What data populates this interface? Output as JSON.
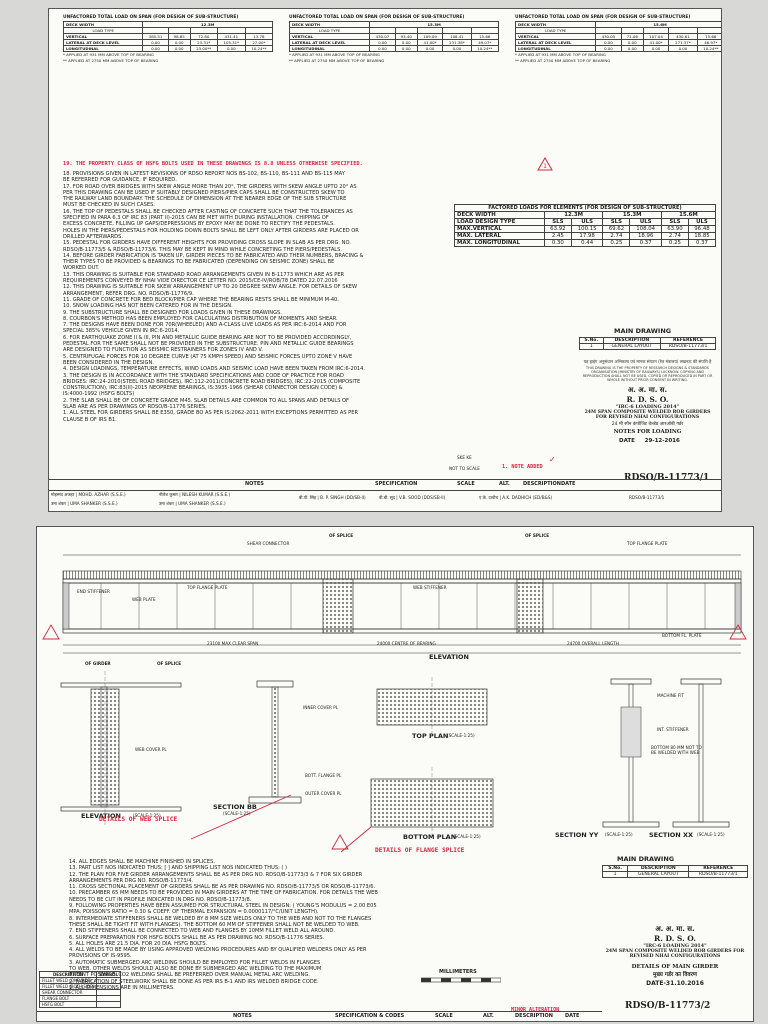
{
  "sheet1": {
    "load_tables": [
      {
        "title": "UNFACTORED TOTAL LOAD ON SPAN (FOR DESIGN OF SUB-STRUCTURE)",
        "deck_width_label": "DECK WIDTH",
        "deck_width": "12.3M",
        "load_type_label": "LOAD TYPE",
        "rows": [
          [
            "VERTICAL",
            "385.51",
            "98.65",
            "72.80",
            "431.41",
            "13.78"
          ],
          [
            "LATERAL AT DECK LEVEL",
            "0.00",
            "0.00",
            "23.31*",
            "105.31*",
            "27.00*"
          ],
          [
            "LONGITUDINAL",
            "0.00",
            "0.00",
            "23.00**",
            "0.00",
            "10.24**"
          ]
        ],
        "notes": [
          "* APPLIED AT 931 MM ABOVE TOP OF BEARING",
          "** APPLIED AT 2750 MM ABOVE TOP OF BEARING"
        ]
      },
      {
        "title": "UNFACTORED TOTAL LOAD ON SPAN (FOR DESIGN OF SUB-STRUCTURE)",
        "deck_width_label": "DECK WIDTH",
        "deck_width": "15.3M",
        "load_type_label": "LOAD TYPE",
        "rows": [
          [
            "VERTICAL",
            "430.07",
            "93.40",
            "109.09",
            "108.41",
            "15.66"
          ],
          [
            "LATERAL AT DECK LEVEL",
            "0.00",
            "0.00",
            "41.00*",
            "231.38*",
            "49.07*"
          ],
          [
            "LONGITUDINAL",
            "0.00",
            "0.00",
            "0.00",
            "0.00",
            "10.24**"
          ]
        ],
        "notes": [
          "* APPLIED AT 931 MM ABOVE TOP OF BEARING",
          "** APPLIED AT 2750 MM ABOVE TOP OF BEARING"
        ]
      },
      {
        "title": "UNFACTORED TOTAL LOAD ON SPAN (FOR DESIGN OF SUB-STRUCTURE)",
        "deck_width_label": "DECK WIDTH",
        "deck_width": "15.6M",
        "load_type_label": "LOAD TYPE",
        "rows": [
          [
            "VERTICAL",
            "430.05",
            "71.06",
            "107.04",
            "430.61",
            "15.66"
          ],
          [
            "LATERAL AT DECK LEVEL",
            "0.00",
            "0.00",
            "41.00*",
            "271.37*",
            "46.97*"
          ],
          [
            "LONGITUDINAL",
            "0.00",
            "0.00",
            "0.00",
            "0.00",
            "10.24**"
          ]
        ],
        "notes": [
          "* APPLIED AT 931 MM ABOVE TOP OF BEARING",
          "** APPLIED AT 2750 MM ABOVE TOP OF BEARING"
        ]
      }
    ],
    "notes_red": "19. THE PROPERTY CLASS OF HSFG BOLTS USED IN THESE DRAWINGS IS 8.8 UNLESS OTHERWISE SPECIFIED.",
    "notes": [
      "18. PROVISIONS GIVEN IN LATEST REVISIONS OF RDSO REPORT NOS BS-102, BS-110, BS-111 AND BS-115 MAY",
      "     BE REFERRED FOR GUIDANCE, IF REQUIRED.",
      "17. FOR ROAD OVER BRIDGES WITH SKEW ANGLE MORE THAN 20°, THE GIRDERS WITH SKEW ANGLE UPTO 20° AS",
      "     PER THIS DRAWING CAN BE USED IF SUITABLY DESIGNED PIERS/PIER CAPS SHALL BE CONSTRUCTED SKEW TO",
      "     THE RAILWAY LAND BOUNDARY. THE SCHEDULE OF DIMENSION AT THE NEARER EDGE OF THE SUB STRUCTURE",
      "     MUST BE CHECKED IN SUCH   CASES.",
      "16. THE TOP OF PEDESTALS SHALL BE CHECKED AFTER CASTING OF CONCRETE SUCH THAT THE TOLERANCES AS",
      "     SPECIFIED IN PARA 6.3 OF IRC 83 (PART II)-2015 CAN BE MET WITH DURING INSTALLATION. CHIPPING OF",
      "     EXCESS CONCRETE, FILLING UP GAPS/DEPRESSIONS BY EPOXY MAY BE DONE TO RECTIFY THE PEDESTALS.",
      "     HOLES IN THE PIERS/PEDESTALS FOR HOLDING DOWN BOLTS SHALL BE LEFT ONLY AFTER GIRDERS ARE PLACED OR",
      "     DRILLED AFTERWARDS.",
      "15. PEDESTAL FOR GIRDERS HAVE DIFFERENT HEIGHTS FOR PROVIDING CROSS SLOPE IN SLAB AS PER DRG. NO.",
      "     RDSO/B-11773/5 & RDSO/B-11773/6. THIS MAY BE KEPT IN MIND WHILE CONCRETING THE PIERS/PEDESTALS.",
      "14. BEFORE GIRDER FABRICATION IS TAKEN UP, GIRDER PIECES TO BE FABRICATED AND THEIR NUMBERS, BRACING &",
      "     THEIR TYPES TO BE PROVIDED & BEARINGS TO BE FABRICATED (DEPENDING ON SEISMIC ZONE) SHALL BE",
      "     WORKED OUT.",
      "13. THIS DRAWING IS SUITABLE FOR STANDARD ROAD ARRANGEMENTS GIVEN IN B-11773 WHICH ARE AS PER",
      "     REQUIREMENTS CONVEYED BY NHAI VIDE DIRECTOR CE LETTER NO. 2015/CE-IV/ROB/78 DATED 22.07.2016",
      "12. THIS DRAWING IS SUITABLE FOR SKEW ARRANGEMENT UP TO 20 DEGREE SKEW ANGLE. FOR DETAILS OF SKEW",
      "     ARRANGEMENT, REFER DRG. NO. RDSO/B-11776/9.",
      "11. GRADE OF CONCRETE FOR BED BLOCK/PIER CAP WHERE THE BEARING RESTS SHALL BE MINIMUM M-40.",
      "10. SNOW LOADING HAS NOT BEEN CATERED FOR IN THE DESIGN.",
      "9.  THE SUBSTRUCTURE SHALL BE DESIGNED FOR LOADS GIVEN IN THESE DRAWINGS.",
      "8.  COURBON'S METHOD HAS BEEN EMPLOYED FOR CALCULATING DISTRIBUTION OF MOMENTS AND SHEAR.",
      "7.  THE DESIGNS HAVE BEEN DONE FOR 70R(WHEELED) AND A-CLASS LIVE LOADS AS PER IRC:6-2014 AND FOR",
      "     SPECIAL 385% VEHICLE GIVEN IN IRC:6-2014.",
      "6.  FOR EARTHQUAKE ZONE II & III, PIN AND METALLIC GUIDE BEARING ARE NOT TO BE PROVIDED ACCORDINGLY,",
      "     PEDESTAL FOR THE SAME SHALL NOT BE PROVIDED IN THE SUBSTRUCTURE. PIN AND METALLIC GUIDE BEARINGS",
      "     ARE DESIGNED TO FUNCTION AS SEISMIC RESTRAINERS FOR ZONES IV AND V.",
      "5.  CENTRIFUGAL FORCES FOR 10 DEGREE CURVE (AT 75 KMPH SPEED) AND SEISMIC FORCES UPTO ZONE V HAVE",
      "     BEEN CONSIDERED IN THE DESIGN.",
      "4.  DESIGN LOADINGS, TEMPERATURE EFFECTS, WIND LOADS AND SEISMIC LOAD HAVE BEEN TAKEN FROM IRC:6-2014.",
      "3.  THE DESIGN IS IN ACCORDANCE WITH THE STANDARD SPECIFICATIONS AND CODE OF PRACTICE FOR ROAD",
      "     BRIDGES: IRC:24-2010(STEEL ROAD BRIDGES), IRC:112-2011(CONCRETE ROAD BRIDGES), IRC:22-2015 (COMPOSITE",
      "     CONSTRUCTION), IRC:83(II)-2015 NEOPRENE BEARINGS, IS:3935-1966 (SHEAR CONNECTOR DESIGN CODE) &",
      "     IS:4000-1992 (HSFG BOLTS)",
      "2.  THE SLAB SHALL BE OF CONCRETE GRADE M45. SLAB DETAILS ARE COMMON TO ALL SPANS AND DETAILS OF",
      "     SLAB ARE AS PER DRAWINGS OF RDSO/B-11776 SERIES.",
      "1.  ALL STEEL FOR GIRDERS SHALL BE E350, GRADE BO AS PER IS:2062-2011 WITH EXCEPTIONS PERMITTED AS PER",
      "     CLAUSE B OF IRS B1."
    ],
    "factored_table": {
      "title": "FACTORED LOADS FOR ELEMENTS (FOR DESIGN OF SUB-STRUCTURE)",
      "deck_width_label": "DECK WIDTH",
      "widths": [
        "12.3M",
        "15.3M",
        "15.6M"
      ],
      "load_design_type_label": "LOAD DESIGN TYPE",
      "types": [
        "SLS",
        "ULS",
        "SLS",
        "ULS",
        "SLS",
        "ULS"
      ],
      "rows": [
        {
          "label": "MAX.VERTICAL",
          "values": [
            "63.92",
            "100.15",
            "69.62",
            "108.04",
            "63.90",
            "96.48"
          ]
        },
        {
          "label": "MAX. LATERAL",
          "values": [
            "2.45",
            "17.98",
            "2.74",
            "18.96",
            "2.74",
            "18.85"
          ]
        },
        {
          "label": "MAX. LONGITUDINAL",
          "values": [
            "0.30",
            "0.44",
            "0.25",
            "0.37",
            "0.25",
            "0.37"
          ]
        }
      ]
    },
    "main_drawing": {
      "title": "MAIN DRAWING",
      "headers": [
        "S.No.",
        "DESCRIPTION",
        "REFERENCE"
      ],
      "rows": [
        [
          "1",
          "GENERAL LAYOUT",
          "RDSO/B-11773/1"
        ]
      ]
    },
    "title_block": {
      "hindi_note": "यह ड्राइंग अनुसंधान अभिकल्प एवं मानक संगठन (रेल मंत्रालय) लखनऊ की संपत्ति है",
      "copyright": "THIS DRAWING IS THE PROPERTY OF RESEARCH DESIGNS & STANDARDS ORGANISATION (MINISTRY OF RAILWAYS) LUCKNOW. COPYING AND REPRODUCTION SHALL NOT BE USED, COPIED OR REPRODUCED IN PART OR WHOLE WITHOUT PRIOR CONSENT IN WRITING.",
      "org_hindi": "अ.  अ.  मा.  स.",
      "org": "R. D. S. O.",
      "desc1": "\"IRC-6 LOADING 2014\"",
      "desc2": "24M SPAN COMPOSITE WELDED ROB GIRDERS FOR REVISED NHAI CONFIGURATIONS",
      "desc_hindi": "24 मी स्पैन कंपोजिट वेल्डेड आरओबी गर्डर",
      "sheet_title": "NOTES FOR LOADING",
      "date_label": "DATE",
      "date": "29-12-2016",
      "drawing_no": "RDSO/B-11773/1",
      "scale_note_1": "SKE KE",
      "scale_note_2": "NOT TO SCALE",
      "alt_note": "1. NOTE ADDED",
      "bottom_labels": [
        "NOTES",
        "SPECIFICATION",
        "SCALE",
        "ALT.",
        "DESCRIPTION",
        "DATE"
      ],
      "signatures": [
        "मोहम्मद अजहर | MOHD. AZHAR (S.S.E.)",
        "उमा शंकर | UMA SHANKER (S.S.E.)",
        "नीलेश कुमार | NILESH KUMAR (S.S.E.)",
        "उमा शंकर | UMA SHANKER (S.S.E.)",
        "बी.पी. सिंह | B. P. SINGH (DD/SB-II)",
        "वी.बी. सूद | V.B. SOOD (DDS/SB-II)",
        "ए.के. दाधीच | A.K. DADHICH (ED/B&S)",
        "RDSO/B-11773/1"
      ]
    }
  },
  "sheet2": {
    "elevation_title": "ELEVATION",
    "dims": [
      "23100 MAX CLEAR SPAN",
      "24000 CENTRE OF BEARING",
      "24700 OVERALL LENGTH"
    ],
    "labels": {
      "of_splice": "OF SPLICE",
      "of_girder": "OF GIRDER",
      "top_flange_plate": "TOP FLANGE PLATE",
      "bottom_flange_plate": "BOTTOM FL. PLATE",
      "web_plate": "WEB PLATE",
      "end_stiffener": "END STIFFENER",
      "shear_connector": "SHEAR CONNECTOR",
      "web_stiffener": "WEB STIFFENER",
      "web_cover": "WEB COVER PL",
      "inner_cover": "INNER COVER PL",
      "outer_cover": "OUTER COVER PL",
      "bott_flange": "BOTT. FLANGE PL",
      "machine_fit": "MACHINE FIT",
      "int_stiffener": "INT. STIFFENER",
      "bottom_no_weld": "BOTTOM 80 MM NOT TO BE WELDED WITH WEB"
    },
    "view_titles": {
      "elevation": "ELEVATION",
      "elevation_scale": "(SCALE-1:25)",
      "section_bb": "SECTION BB",
      "section_bb_scale": "(SCALE-1:25)",
      "top_plan": "TOP PLAN",
      "top_plan_scale": "(SCALE-1:25)",
      "bottom_plan": "BOTTOM PLAN",
      "bottom_plan_scale": "(SCALE-1:25)",
      "section_yy": "SECTION YY",
      "section_yy_scale": "(SCALE-1:25)",
      "section_xx": "SECTION XX",
      "section_xx_scale": "(SCALE-1:25)"
    },
    "red_web_splice": "DETAILS OF WEB SPLICE",
    "red_flange_splice": "DETAILS OF FLANGE SPLICE",
    "notes": [
      "14. ALL EDGES SHALL BE MACHINE FINISHED IN SPLICES.",
      "13. PART LIST NOS INDICATED THUS: [ ] AND SHIPPING LIST NOS INDICATED THUS: ( )",
      "12. THE PLAN FOR FIVE GIRDER ARRANGEMENTS SHALL BE AS PER DRG NO. RDSO/B-11773/3 & 7 FOR SIX GIRDER",
      "     ARRANGEMENTS PER DRG NO. RDSO/B-11773/4.",
      "11. CROSS SECTIONAL PLACEMENT OF GIRDERS SHALL BE AS PER DRAWING NO. RDSO/B-11773/5 OR RDSO/B-11773/6.",
      "10. PRECAMBER 65 MM NEEDS TO BE PROVIDED IN MAIN GIRDERS AT THE TIME OF FABRICATION. FOR DETAILS THE WEB",
      "     NEEDS TO BE CUT IN PROFILE INDICATED IN DRG NO. RDSO/B-11773/8.",
      "9. FOLLOWING PROPERTIES HAVE BEEN ASSUMED FOR STRUCTURAL STEEL IN DESIGN: ( YOUNG'S MODULUS = 2.00 E05",
      "     MPA, POISSON'S RATIO = 0.30 & COEFF. OF THERMAL EXPANSION = 0.0000117/°C/UNIT LENGTH).",
      "8. INTERMEDIATE STIFFENERS SHALL BE WELDED BY 8 MM SIZE WELDS ONLY TO THE WEB AND NOT TO THE FLANGES",
      "     THESE SHALL BE TIGHT FIT WITH FLANGES). THE BOTTOM 60 MM OF STIFFENER SHALL NOT BE WELDED TO WEB.",
      "7. END STIFFENERS SHALL BE CONNECTED TO WEB AND FLANGES BY 10MM FILLET WELD ALL AROUND.",
      "6. SURFACE PREPARATION FOR HSFG BOLTS SHALL BE AS PER DRAWING NO. RDSO/B-11776 SERIES.",
      "5. ALL HOLES ARE 21.5 DIA. FOR 20 DIA. HSFG BOLTS.",
      "4. ALL WELDS TO BE MADE BY USING APPROVED WELDING PROCEDURES AND BY QUALIFIED WELDERS ONLY AS PER",
      "     PROVISIONS OF IS-9595.",
      "3. AUTOMATIC SUBMERGED ARC WELDING SHOULD BE EMPLOYED FOR FILLET WELDS IN FLANGES",
      "     TO WEB. OTHER WELDS SHOULD ALSO BE DONE BY SUBMERGED ARC WELDING TO THE MAXIMUM",
      "     EXTENT POSSIBLE. CO2 WELDING SHALL BE PREFERRED OVER MANUAL METAL ARC WELDING.",
      "2. FABRICATION OF STEELWORK SHALL BE DONE AS PER IRS B-1 AND IRS WELDED BRIDGE CODE.",
      "1. ALL DIMENSIONS ARE IN MILLIMETERS."
    ],
    "legend": {
      "headers": [
        "DESCRIPTION",
        "SYMBOL"
      ],
      "rows": [
        "FILLET WELD (ONE SIDE)",
        "FILLET WELD (BOTH SIDE)",
        "SHEAR CONNECTOR",
        "FLANGE BOLT",
        "HSFG BOLT"
      ]
    },
    "scale_bar_label": "MILLIMETERS",
    "alt_note": "MINOR ALTERATION",
    "main_drawing": {
      "title": "MAIN DRAWING",
      "headers": [
        "S.No.",
        "DESCRIPTION",
        "REFERENCE"
      ],
      "rows": [
        [
          "1",
          "GENERAL LAYOUT",
          "RDSO/B-11773/1"
        ]
      ]
    },
    "title_block": {
      "org_hindi": "अ.  अ.  मा.  स.",
      "org": "R. D. S. O.",
      "desc1": "\"IRC-6 LOADING 2014\"",
      "desc2": "24M SPAN COMPOSITE WELDED ROB GIRDERS FOR REVISED NHAI CONFIGURATIONS",
      "sheet_title": "DETAILS OF MAIN GIRDER",
      "sheet_title_hindi": "मुख्य गर्डर का विवरण",
      "date": "DATE-31.10.2016",
      "drawing_no": "RDSO/B-11773/2",
      "bottom_labels": [
        "NOTES",
        "SPECIFICATION & CODES",
        "SCALE",
        "ALT.",
        "DESCRIPTION",
        "DATE"
      ]
    }
  }
}
